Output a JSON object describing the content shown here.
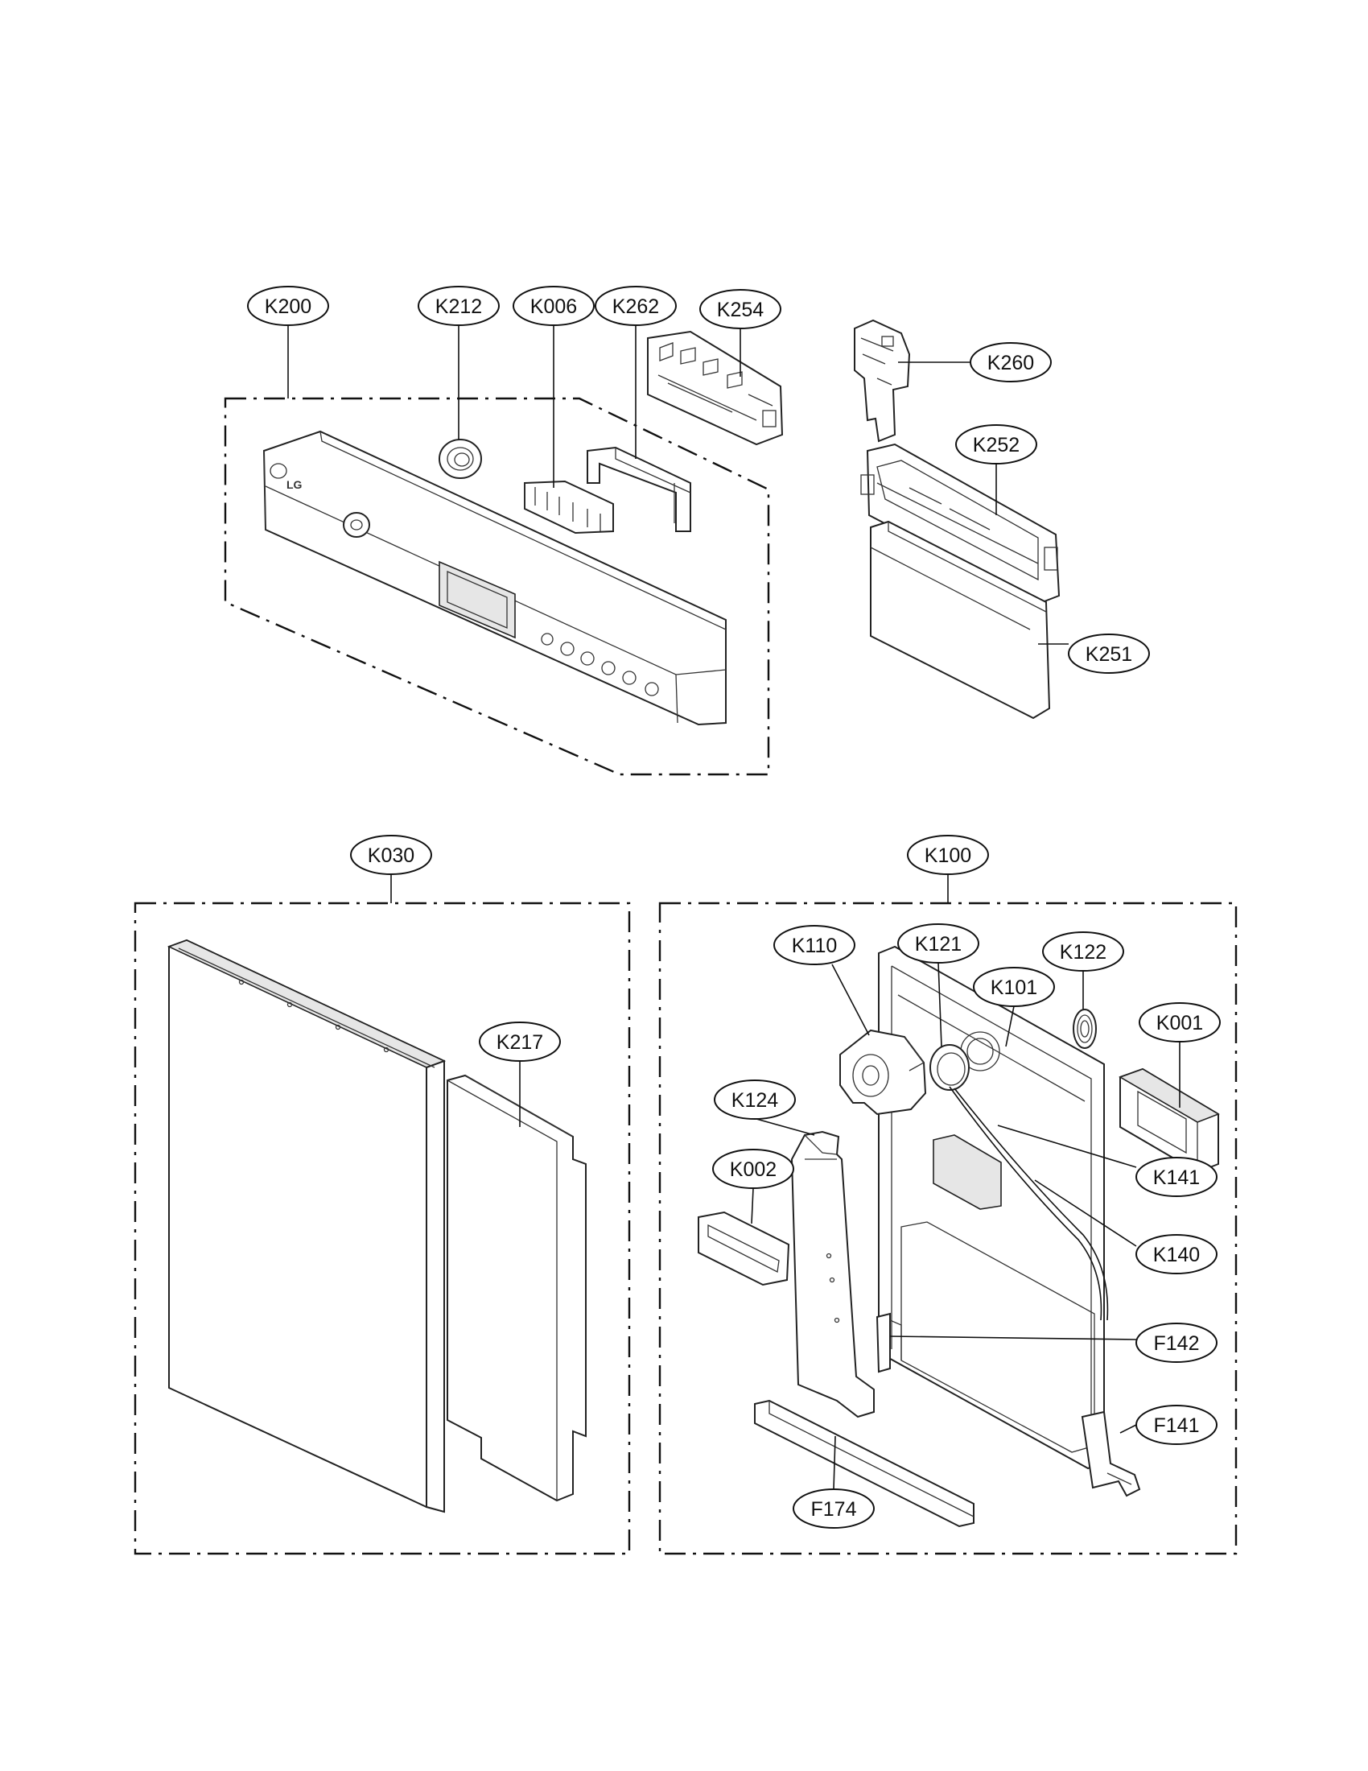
{
  "callouts": [
    {
      "id": "k200",
      "label": "K200"
    },
    {
      "id": "k212",
      "label": "K212"
    },
    {
      "id": "k006",
      "label": "K006"
    },
    {
      "id": "k262",
      "label": "K262"
    },
    {
      "id": "k254",
      "label": "K254"
    },
    {
      "id": "k260",
      "label": "K260"
    },
    {
      "id": "k252",
      "label": "K252"
    },
    {
      "id": "k251",
      "label": "K251"
    },
    {
      "id": "k030",
      "label": "K030"
    },
    {
      "id": "k217",
      "label": "K217"
    },
    {
      "id": "k100",
      "label": "K100"
    },
    {
      "id": "k110",
      "label": "K110"
    },
    {
      "id": "k121",
      "label": "K121"
    },
    {
      "id": "k101",
      "label": "K101"
    },
    {
      "id": "k122",
      "label": "K122"
    },
    {
      "id": "k001",
      "label": "K001"
    },
    {
      "id": "k124",
      "label": "K124"
    },
    {
      "id": "k002",
      "label": "K002"
    },
    {
      "id": "k141",
      "label": "K141"
    },
    {
      "id": "k140",
      "label": "K140"
    },
    {
      "id": "f142",
      "label": "F142"
    },
    {
      "id": "f141",
      "label": "F141"
    },
    {
      "id": "f174",
      "label": "F174"
    }
  ],
  "panel_logo": "LG"
}
